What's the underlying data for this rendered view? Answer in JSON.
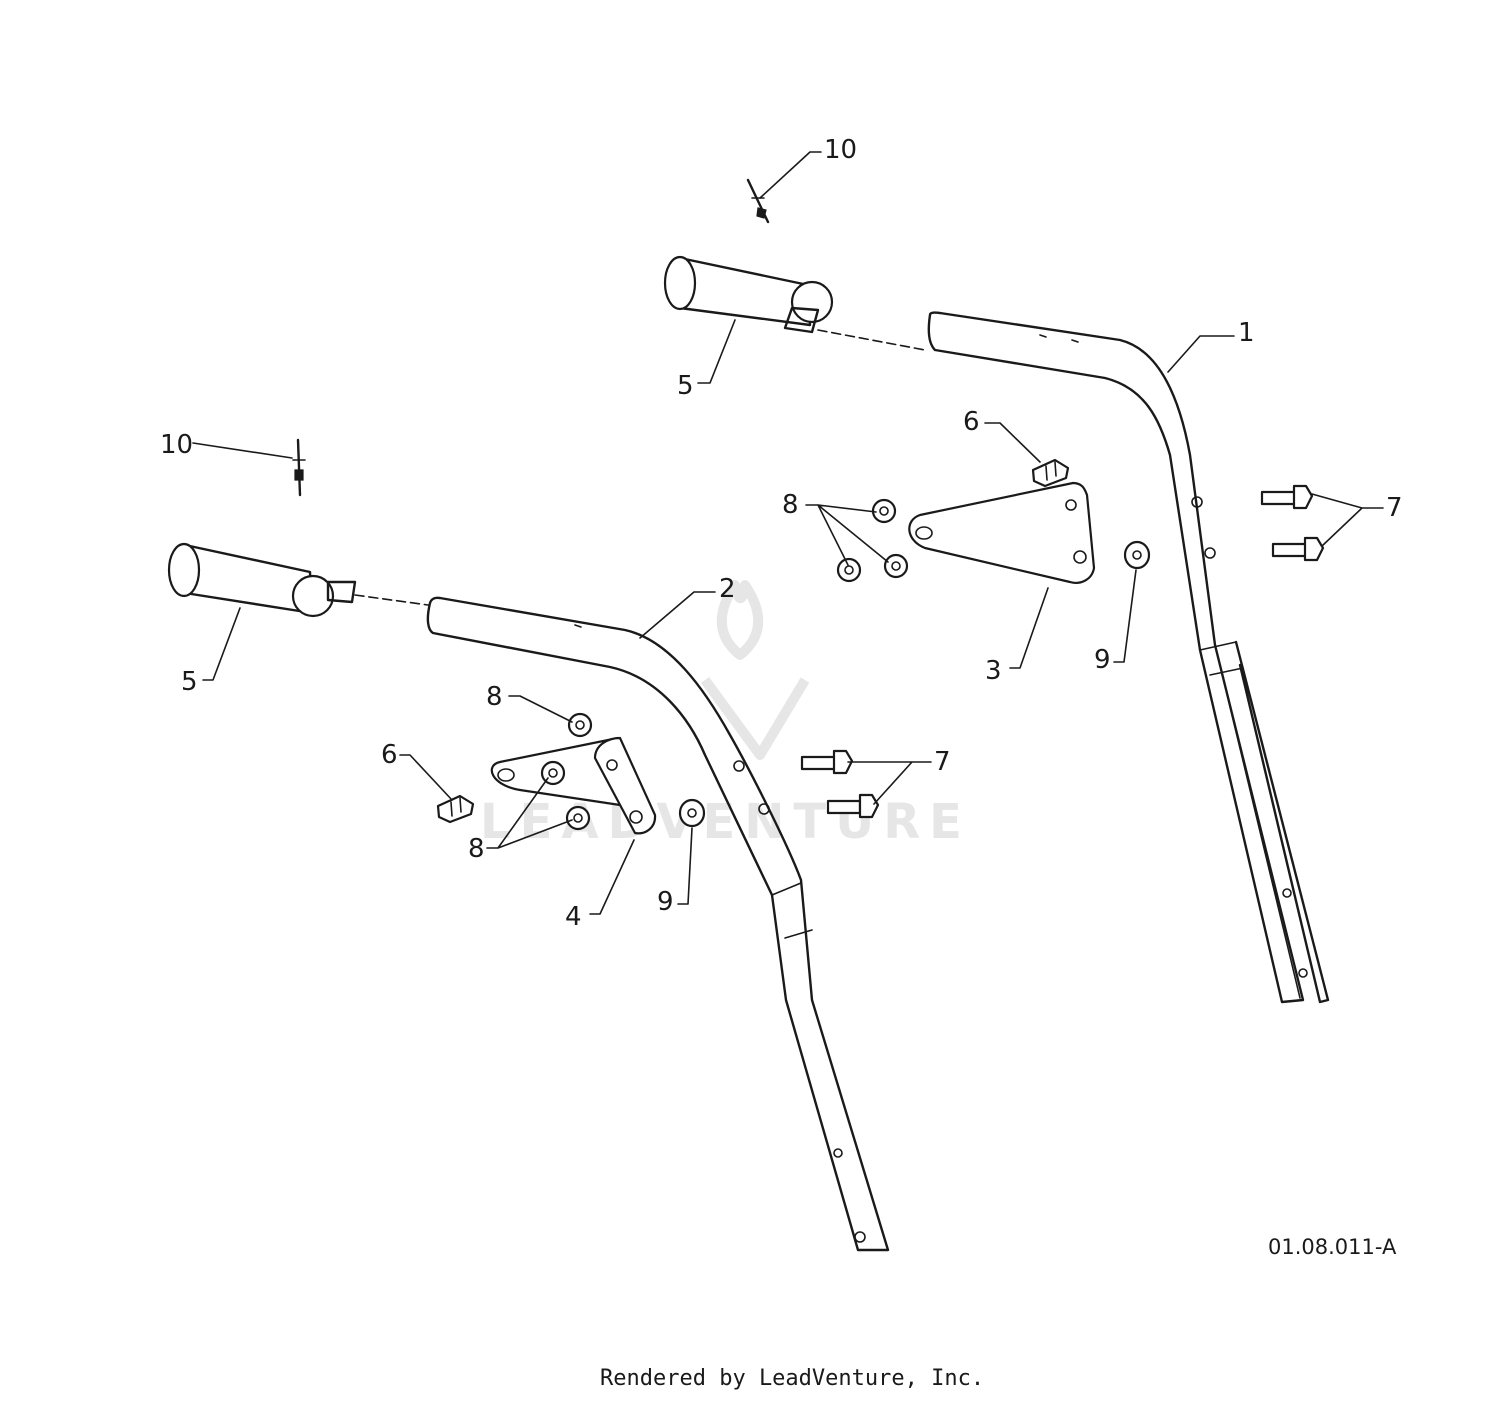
{
  "diagram_id": "01.08.011-A",
  "footer": "Rendered by LeadVenture, Inc.",
  "watermark": "LEADVENTURE",
  "callouts": {
    "c1": "1",
    "c2": "2",
    "c3": "3",
    "c4": "4",
    "c5a": "5",
    "c5b": "5",
    "c6a": "6",
    "c6b": "6",
    "c7a": "7",
    "c7b": "7",
    "c8a": "8",
    "c8b": "8",
    "c8c": "8",
    "c9a": "9",
    "c9b": "9",
    "c10a": "10",
    "c10b": "10"
  },
  "colors": {
    "ink": "#1a1a1a",
    "watermark": "#e6e6e6",
    "background": "#ffffff"
  }
}
